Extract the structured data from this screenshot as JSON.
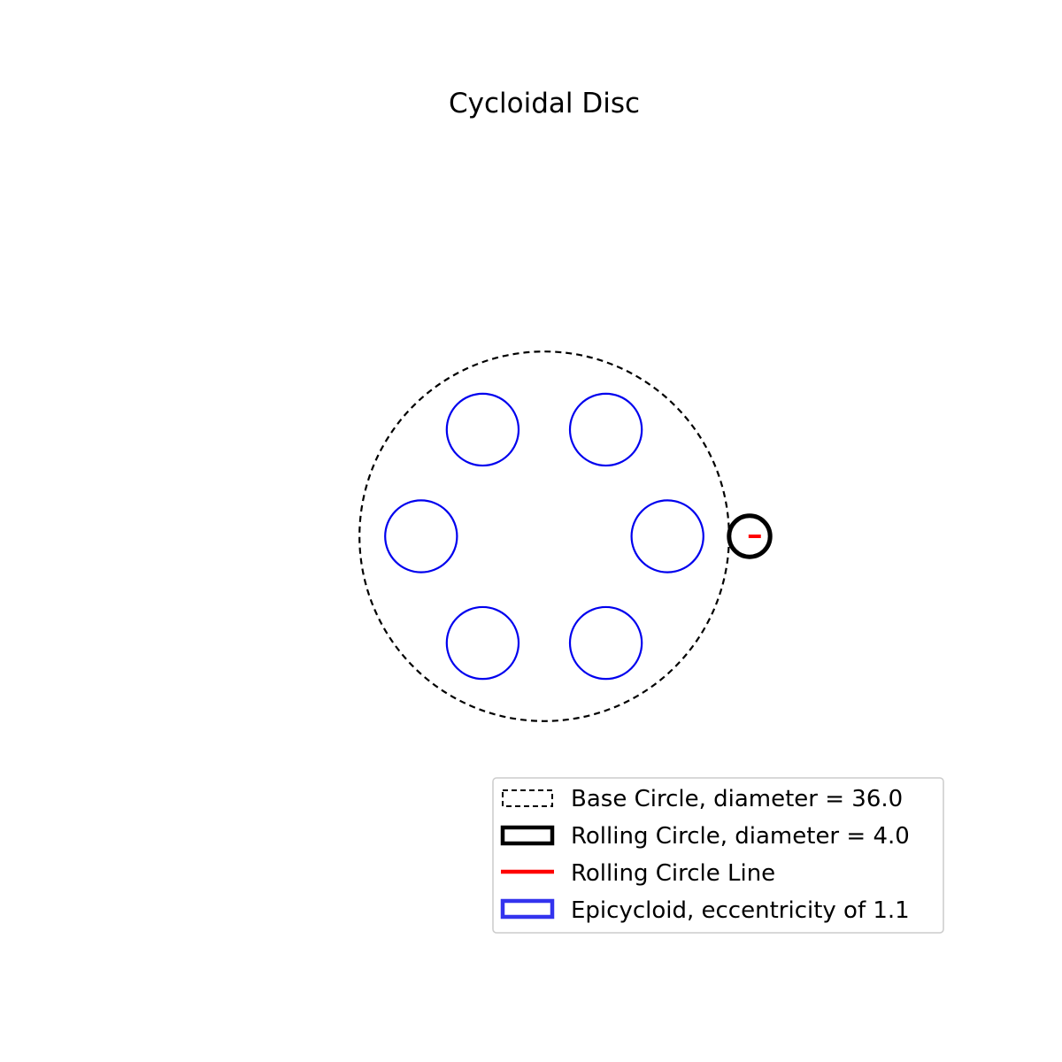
{
  "title": "Cycloidal Disc",
  "colors": {
    "base_circle": "#000000",
    "rolling_circle": "#000000",
    "rolling_line": "#ff0000",
    "epicycloid": "#0000ee",
    "legend_frame": "#cccccc",
    "background": "#ffffff"
  },
  "chart_data": {
    "type": "diagram",
    "units": "mm",
    "base_circle": {
      "diameter": 36.0,
      "center": [
        0,
        0
      ],
      "style": "dashed"
    },
    "rolling_circle": {
      "diameter": 4.0,
      "center": [
        20.0,
        0
      ],
      "style": "solid"
    },
    "rolling_circle_line": {
      "from": [
        19.9,
        0
      ],
      "to": [
        21.1,
        0
      ]
    },
    "epicycloid_holes": {
      "count": 6,
      "hole_diameter": 7.0,
      "center_radius": 12.0,
      "start_angle_deg": 0
    },
    "axis_range": {
      "x": [
        -53,
        53
      ],
      "y": [
        -53,
        53
      ]
    },
    "grid": false,
    "legend_position": "lower right"
  },
  "legend": {
    "items": [
      {
        "label": "Base Circle, diameter = 36.0",
        "swatch": "dashed-rect"
      },
      {
        "label": "Rolling Circle, diameter = 4.0",
        "swatch": "thick-rect"
      },
      {
        "label": "Rolling Circle Line",
        "swatch": "line"
      },
      {
        "label": "Epicycloid, eccentricity of 1.1",
        "swatch": "blue-rect"
      }
    ]
  }
}
